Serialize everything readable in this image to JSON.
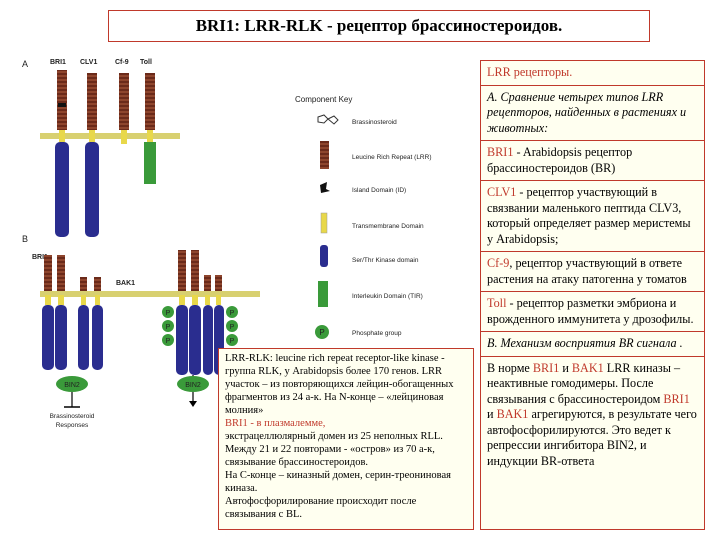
{
  "title": "BRI1:  LRR-RLK - рецептор брассиностероидов.",
  "diagram": {
    "panel_a": "A",
    "panel_b": "B",
    "receptors": [
      "BRI1",
      "CLV1",
      "Cf-9",
      "Toll"
    ],
    "panel_b_labels": {
      "bri1": "BRI1",
      "bak1": "BAK1"
    },
    "phosphate": "P",
    "bin2": "BIN2",
    "responses": [
      "Brassinosteroid",
      "Responses"
    ],
    "key": {
      "title": "Component Key",
      "items": [
        "Brassinosteroid",
        "Leucine Rich Repeat (LRR)",
        "Island Domain (ID)",
        "Transmembrane Domain",
        "Ser/Thr Kinase domain",
        "Interleukin Domain (TIR)",
        "Phosphate group"
      ]
    }
  },
  "right_panel": {
    "heading": "LRR рецепторы.",
    "section_a": "А. Сравнение четырех типов LRR рецепторов, найденных в растениях и животных:",
    "bri1_name": "BRI1",
    "bri1_text": " - Arabidopsis рецептор брассиностероидов (BR)",
    "clv1_name": "CLV1",
    "clv1_text": " - рецептор участвующий в связвании маленького пептида CLV3, который определяет размер меристемы у Arabidopsis;",
    "cf9_name": "Cf-9",
    "cf9_text": ", рецептор участвующий в ответе растения на атаку патогенна у томатов",
    "toll_name": "Toll",
    "toll_text": " - рецептор разметки эмбриона и врожденного иммунитета у дрозофилы.",
    "section_b": "В.  Механизм восприятия BR сигнала .",
    "mech_text_1": "В норме ",
    "mech_bri1": "BRI1",
    "mech_and1": " и ",
    "mech_bak1": "BAK1",
    "mech_text_2": " LRR киназы – неактивные гомодимеры. После связывания с брассиностероидом ",
    "mech_bri1_b": "BRI1",
    "mech_and2": " и ",
    "mech_bak1_b": "BAK1",
    "mech_text_3": " агрегируются, в результате чего автофосфорилируются. Это ведет к репрессии ингибитора BIN2, и индукции BR-ответа"
  },
  "bottom_panel": {
    "lines": [
      "LRR-RLK:  leucine rich repeat receptor-like kinase - группа RLK, у Arabidopsis  более 170 генов. LRR участок –  из повторяющихся лейцин-обогащенных фрагментов из 24 а-к. На N-конце – «лейциновая молния»",
      "BRI1 - в плазмалемме,",
      "экстрацеллюлярный домен из 25 неполных RLL. Между 21 и 22 повторами - «остров» из 70 а-к, связывание брассиностероидов.",
      "На С-конце – киназный домен, серин-треониновая киназа.",
      "Автофосфорилирование происходит после связывания с BL."
    ]
  },
  "colors": {
    "border": "#c0392b",
    "box_bg": "#fffff0",
    "lrr": "#6b2a1a",
    "kinase": "#2a2d8f",
    "transmembrane": "#e8d84a",
    "tir": "#3a9a3a",
    "membrane": "#d8d070"
  }
}
